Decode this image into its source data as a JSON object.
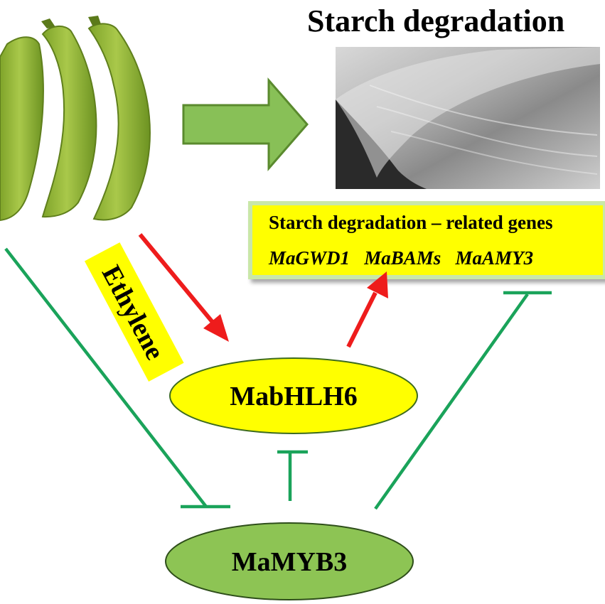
{
  "title": "Starch degradation",
  "genes_box": {
    "heading": "Starch degradation – related genes",
    "genes": "MaGWD1   MaBAMs   MaAMY3"
  },
  "ethylene_label": "Ethylene",
  "nodes": {
    "bhlh": "MabHLH6",
    "myb": "MaMYB3"
  },
  "colors": {
    "green_arrow": "#88c057",
    "activation": "#ee1c1c",
    "repression": "#1aa35a",
    "yellow": "#ffff00",
    "myb_fill": "#8dc454",
    "box_border": "#c9e7a8"
  }
}
